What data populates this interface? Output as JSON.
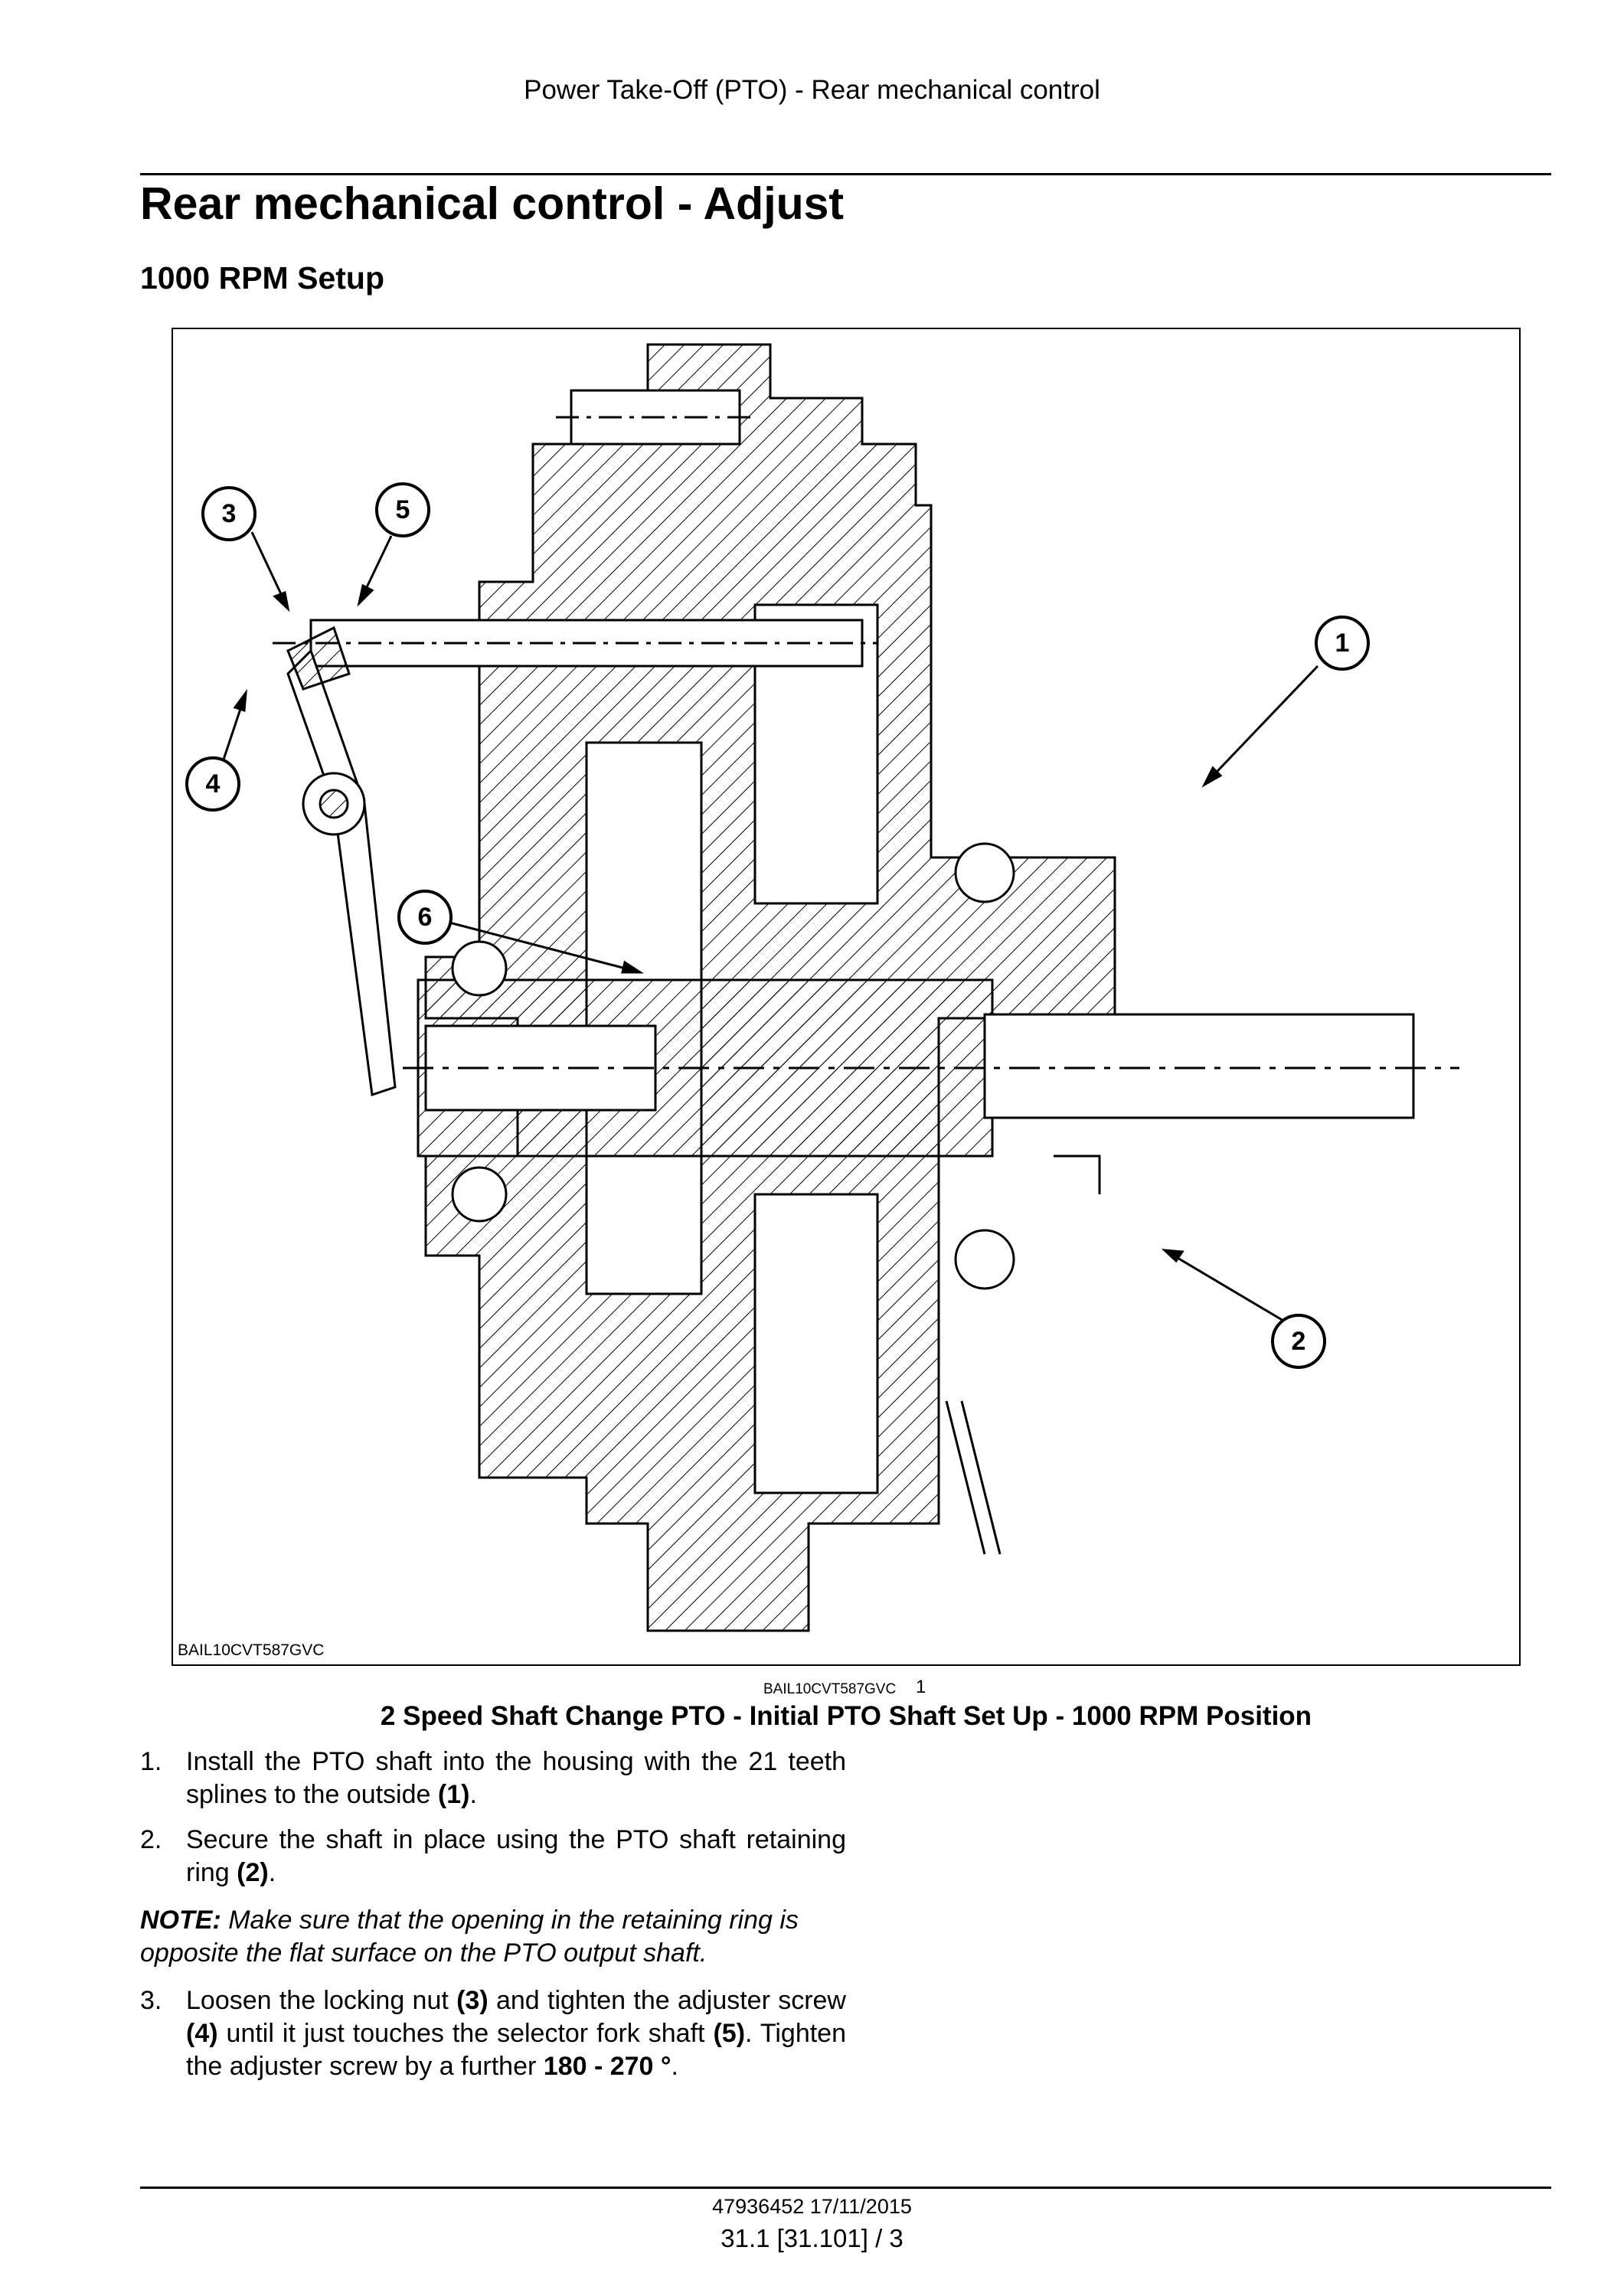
{
  "header": {
    "running_title": "Power Take-Off (PTO) - Rear mechanical control"
  },
  "page": {
    "title": "Rear mechanical control - Adjust",
    "subtitle": "1000 RPM Setup"
  },
  "figure": {
    "image_code_inside": "BAIL10CVT587GVC",
    "image_code_ref": "BAIL10CVT587GVC",
    "figure_number": "1",
    "caption": "2 Speed Shaft Change PTO - Initial PTO Shaft Set Up - 1000 RPM Position",
    "callouts": [
      "1",
      "2",
      "3",
      "4",
      "5",
      "6"
    ]
  },
  "steps": [
    {
      "number": "1.",
      "parts": [
        "Install the PTO shaft into the housing with the 21 teeth splines to the outside ",
        "(1)",
        "."
      ]
    },
    {
      "number": "2.",
      "parts": [
        "Secure the shaft in place using the PTO shaft retaining ring ",
        "(2)",
        "."
      ]
    },
    {
      "number": "3.",
      "parts": [
        "Loosen the locking nut ",
        "(3)",
        " and tighten the adjuster screw ",
        "(4)",
        " until it just touches the selector fork shaft ",
        "(5)",
        ". Tighten the adjuster screw by a further ",
        "180 - 270 °",
        "."
      ]
    }
  ],
  "note": {
    "label": "NOTE:",
    "text": " Make sure that the opening in the retaining ring is opposite the flat surface on the PTO output shaft."
  },
  "footer": {
    "doc_id": "47936452 17/11/2015",
    "page_ref": "31.1 [31.101] / 3"
  }
}
